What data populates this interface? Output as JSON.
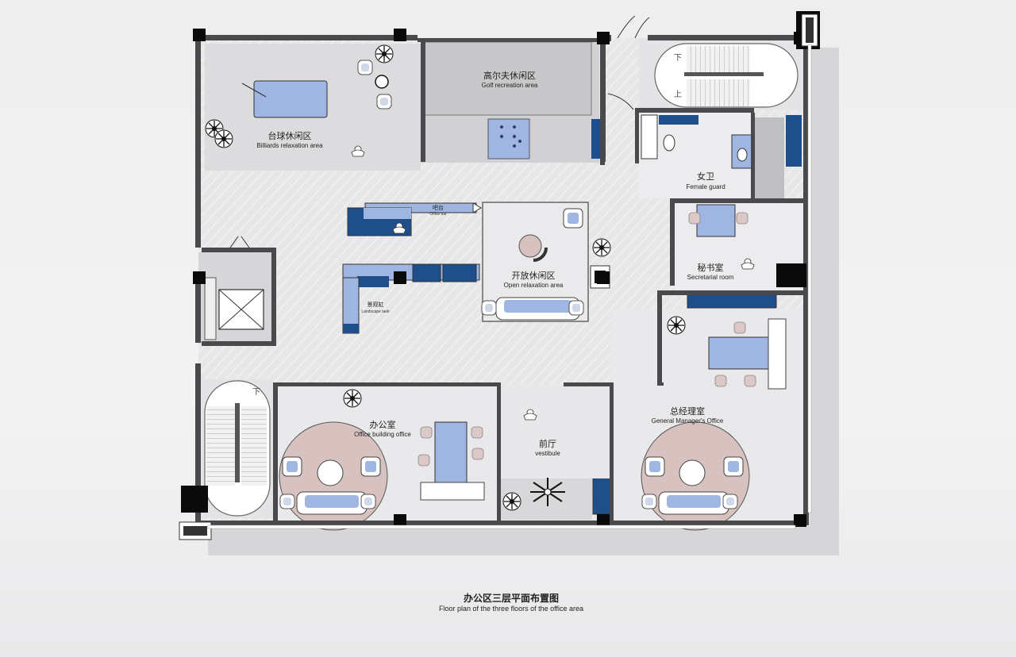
{
  "rooms": {
    "billiards": {
      "cn": "台球休闲区",
      "en": "Billiards relaxation area"
    },
    "golf": {
      "cn": "高尔夫休闲区",
      "en": "Golf recreation area"
    },
    "female": {
      "cn": "女卫",
      "en": "Female guard"
    },
    "bar": {
      "cn": "吧台",
      "en": "Office bar"
    },
    "open": {
      "cn": "开放休闲区",
      "en": "Open relaxation area"
    },
    "secretarial": {
      "cn": "秘书室",
      "en": "Secretarial room"
    },
    "landscape": {
      "cn": "景观缸",
      "en": "Landscape tank"
    },
    "office": {
      "cn": "办公室",
      "en": "Office building office"
    },
    "vestibule": {
      "cn": "前厅",
      "en": "vestibule"
    },
    "gm": {
      "cn": "总经理室",
      "en": "General Manager's Office"
    }
  },
  "stairs": {
    "down": "下",
    "up": "上"
  },
  "caption": {
    "cn": "办公区三层平面布置图",
    "en": "Floor plan of the three floors of the office area"
  },
  "colors": {
    "wall": "#4a4a4d",
    "column": "#0a0a0a",
    "floor": "#e6e6e8",
    "floor_grey": "#d3d3d5",
    "accent_blue": "#8fa8d6",
    "navy": "#1f4f8a",
    "rug_pink": "#d8c2c0",
    "sofa_blue": "#a9bde6"
  },
  "icons": [
    "plant-icon",
    "chair-icon",
    "sofa-icon",
    "person-icon",
    "door-icon",
    "stair-icon",
    "toilet-icon",
    "sink-icon",
    "elevator-icon"
  ]
}
